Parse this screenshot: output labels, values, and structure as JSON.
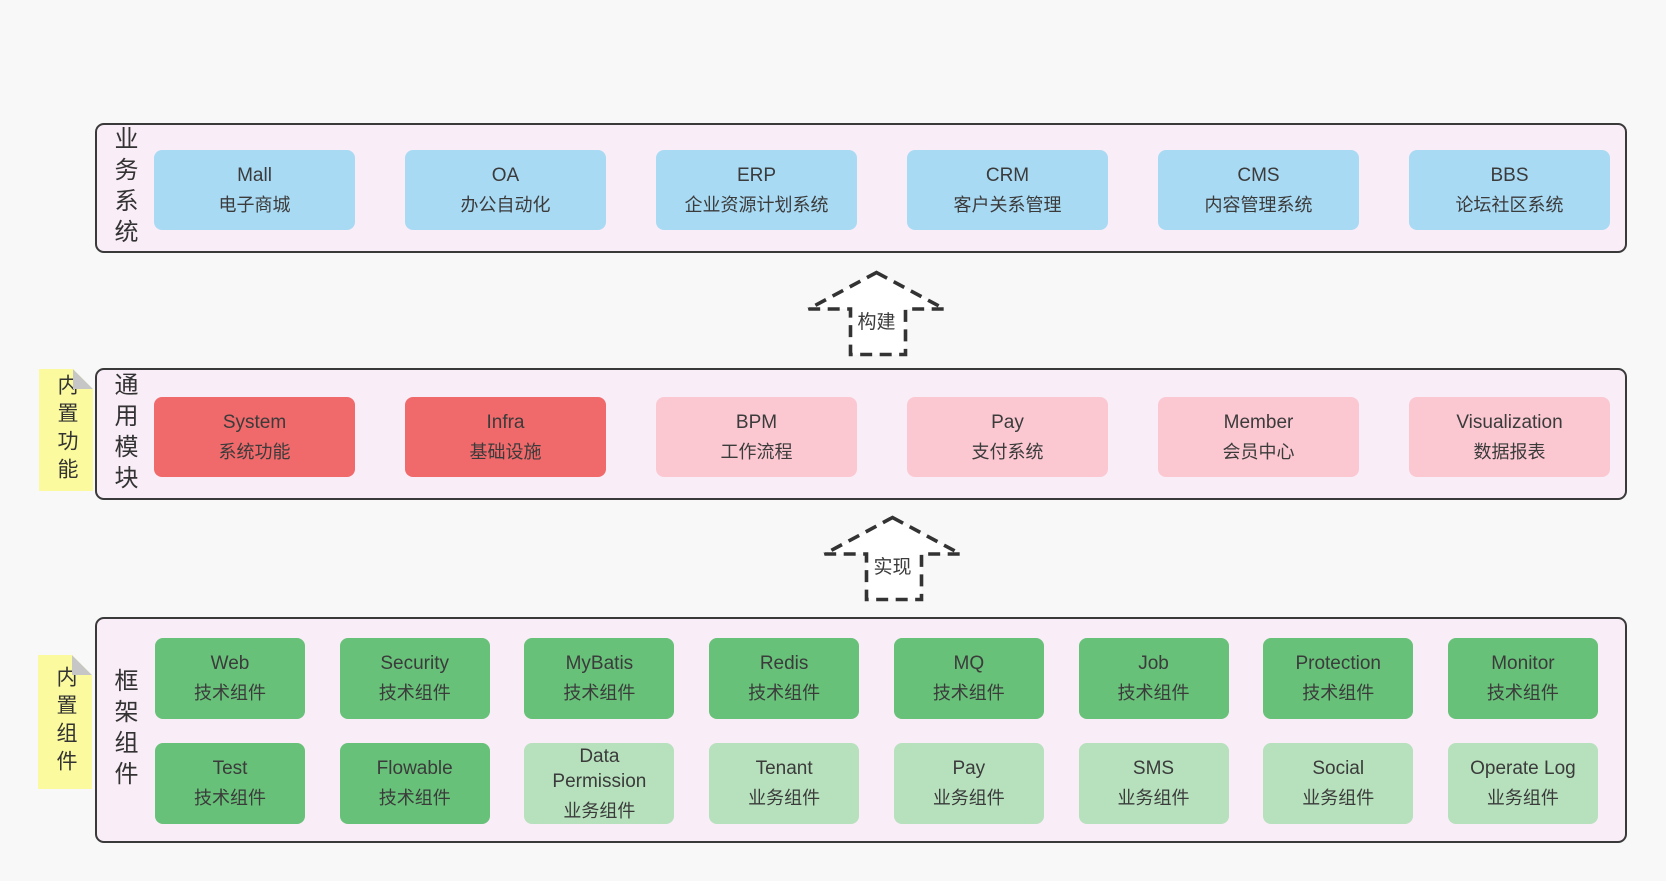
{
  "colors": {
    "page_bg": "#f8f8f8",
    "panel_bg": "#f9edf7",
    "panel_border": "#3a3a3a",
    "blue": "#a9daf4",
    "red": "#f0696b",
    "pink": "#fbc8d2",
    "green": "#67c178",
    "light_green": "#b6e1bc",
    "note_yellow": "#fbfa9e",
    "note_fold": "#c6c6c6",
    "text": "#3b3b3b"
  },
  "arrows": {
    "build": "构建",
    "implement": "实现"
  },
  "layers": {
    "business": {
      "label": "业务系统",
      "boxes": [
        {
          "name": "mall",
          "variant": "blue",
          "title": "Mall",
          "subtitle": "电子商城"
        },
        {
          "name": "oa",
          "variant": "blue",
          "title": "OA",
          "subtitle": "办公自动化"
        },
        {
          "name": "erp",
          "variant": "blue",
          "title": "ERP",
          "subtitle": "企业资源计划系统"
        },
        {
          "name": "crm",
          "variant": "blue",
          "title": "CRM",
          "subtitle": "客户关系管理"
        },
        {
          "name": "cms",
          "variant": "blue",
          "title": "CMS",
          "subtitle": "内容管理系统"
        },
        {
          "name": "bbs",
          "variant": "blue",
          "title": "BBS",
          "subtitle": "论坛社区系统"
        }
      ]
    },
    "modules": {
      "label": "通用模块",
      "note": "内置功能",
      "boxes": [
        {
          "name": "system",
          "variant": "red",
          "title": "System",
          "subtitle": "系统功能"
        },
        {
          "name": "infra",
          "variant": "red",
          "title": "Infra",
          "subtitle": "基础设施"
        },
        {
          "name": "bpm",
          "variant": "pink",
          "title": "BPM",
          "subtitle": "工作流程"
        },
        {
          "name": "pay",
          "variant": "pink",
          "title": "Pay",
          "subtitle": "支付系统"
        },
        {
          "name": "member",
          "variant": "pink",
          "title": "Member",
          "subtitle": "会员中心"
        },
        {
          "name": "visualization",
          "variant": "pink",
          "title": "Visualization",
          "subtitle": "数据报表"
        }
      ]
    },
    "framework": {
      "label": "框架组件",
      "note": "内置组件",
      "rows": [
        [
          {
            "name": "web",
            "variant": "green",
            "title": "Web",
            "subtitle": "技术组件"
          },
          {
            "name": "security",
            "variant": "green",
            "title": "Security",
            "subtitle": "技术组件"
          },
          {
            "name": "mybatis",
            "variant": "green",
            "title": "MyBatis",
            "subtitle": "技术组件"
          },
          {
            "name": "redis",
            "variant": "green",
            "title": "Redis",
            "subtitle": "技术组件"
          },
          {
            "name": "mq",
            "variant": "green",
            "title": "MQ",
            "subtitle": "技术组件"
          },
          {
            "name": "job",
            "variant": "green",
            "title": "Job",
            "subtitle": "技术组件"
          },
          {
            "name": "protection",
            "variant": "green",
            "title": "Protection",
            "subtitle": "技术组件"
          },
          {
            "name": "monitor",
            "variant": "green",
            "title": "Monitor",
            "subtitle": "技术组件"
          }
        ],
        [
          {
            "name": "test",
            "variant": "green",
            "title": "Test",
            "subtitle": "技术组件"
          },
          {
            "name": "flowable",
            "variant": "green",
            "title": "Flowable",
            "subtitle": "技术组件"
          },
          {
            "name": "data-permission",
            "variant": "light-green",
            "title": "Data Permission",
            "subtitle": "业务组件"
          },
          {
            "name": "tenant",
            "variant": "light-green",
            "title": "Tenant",
            "subtitle": "业务组件"
          },
          {
            "name": "pay-component",
            "variant": "light-green",
            "title": "Pay",
            "subtitle": "业务组件"
          },
          {
            "name": "sms",
            "variant": "light-green",
            "title": "SMS",
            "subtitle": "业务组件"
          },
          {
            "name": "social",
            "variant": "light-green",
            "title": "Social",
            "subtitle": "业务组件"
          },
          {
            "name": "operate-log",
            "variant": "light-green",
            "title": "Operate Log",
            "subtitle": "业务组件"
          }
        ]
      ]
    }
  }
}
